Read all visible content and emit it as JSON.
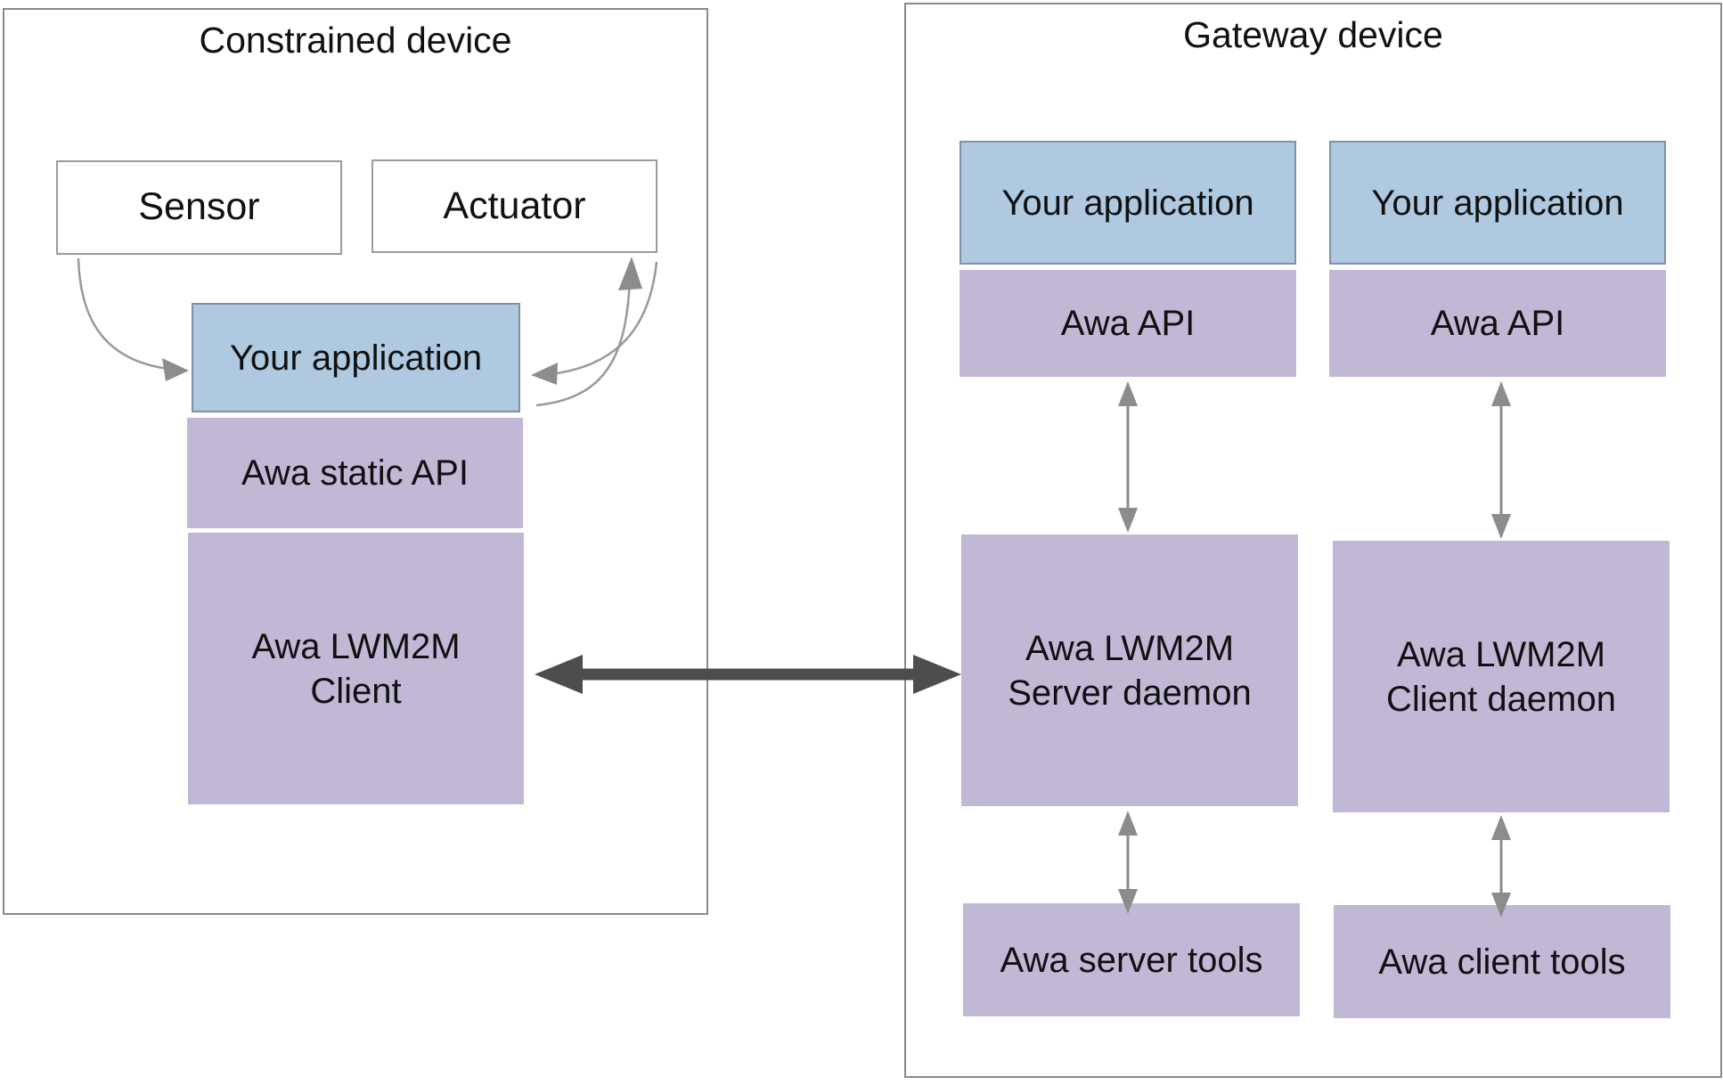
{
  "constrained_device": {
    "title": "Constrained device",
    "sensor_label": "Sensor",
    "actuator_label": "Actuator",
    "application_label": "Your application",
    "static_api_label": "Awa static API",
    "client_line1": "Awa LWM2M",
    "client_line2": "Client"
  },
  "gateway_device": {
    "title": "Gateway device",
    "server_column": {
      "application_label": "Your application",
      "api_label": "Awa API",
      "daemon_line1": "Awa LWM2M",
      "daemon_line2": "Server daemon",
      "tools_label": "Awa server tools"
    },
    "client_column": {
      "application_label": "Your application",
      "api_label": "Awa API",
      "daemon_line1": "Awa LWM2M",
      "daemon_line2": "Client daemon",
      "tools_label": "Awa client tools"
    }
  },
  "colors": {
    "application_blue": "#aec9e0",
    "awa_purple": "#c1b8d6",
    "link_arrow_dark": "#4d4d4d",
    "flow_arrow_gray": "#8c8c8c",
    "container_border_gray": "#8a8a8a"
  }
}
